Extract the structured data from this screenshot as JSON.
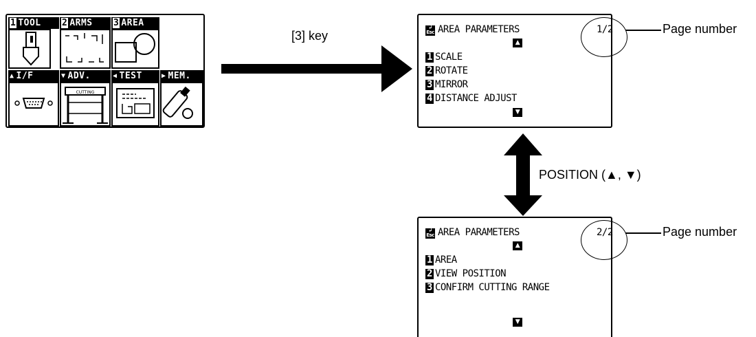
{
  "main_menu": {
    "tabs": [
      {
        "num": "1",
        "label": "TOOL"
      },
      {
        "num": "2",
        "label": "ARMS"
      },
      {
        "num": "3",
        "label": "AREA"
      }
    ],
    "lower_tabs": [
      {
        "arrow": "▲",
        "label": "I/F"
      },
      {
        "arrow": "▼",
        "label": "ADV."
      },
      {
        "arrow": "◀",
        "label": "TEST"
      },
      {
        "arrow": "▶",
        "label": "MEM."
      }
    ],
    "tile_texts": {
      "cutting": "CUTTING"
    },
    "icons": [
      "tool-icon",
      "arms-icon",
      "area-icon",
      "interface-icon",
      "plotter-icon",
      "test-icon",
      "memory-icon"
    ]
  },
  "arrow_label": "[3] key",
  "position_label": "POSITION (▲, ▼)",
  "page1": {
    "esc_label": "Esc",
    "title": "AREA PARAMETERS",
    "page_number": "1/2",
    "items": [
      {
        "num": "1",
        "label": "SCALE"
      },
      {
        "num": "2",
        "label": "ROTATE"
      },
      {
        "num": "3",
        "label": "MIRROR"
      },
      {
        "num": "4",
        "label": "DISTANCE ADJUST"
      }
    ]
  },
  "page2": {
    "esc_label": "Esc",
    "title": "AREA PARAMETERS",
    "page_number": "2/2",
    "items": [
      {
        "num": "1",
        "label": "AREA"
      },
      {
        "num": "2",
        "label": "VIEW POSITION"
      },
      {
        "num": "3",
        "label": "CONFIRM CUTTING RANGE"
      }
    ]
  },
  "callouts": {
    "page_number_top": "Page number",
    "page_number_bottom": "Page number"
  }
}
